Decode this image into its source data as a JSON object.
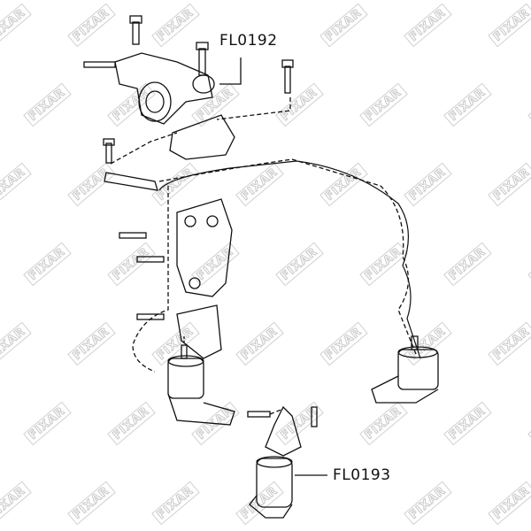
{
  "diagram": {
    "parts": [
      {
        "id": "top",
        "label": "FL0192"
      },
      {
        "id": "bottom",
        "label": "FL0193"
      }
    ],
    "watermark": "FIXAR",
    "line_color": "#111111",
    "watermark_color": "#c8c8c8"
  }
}
